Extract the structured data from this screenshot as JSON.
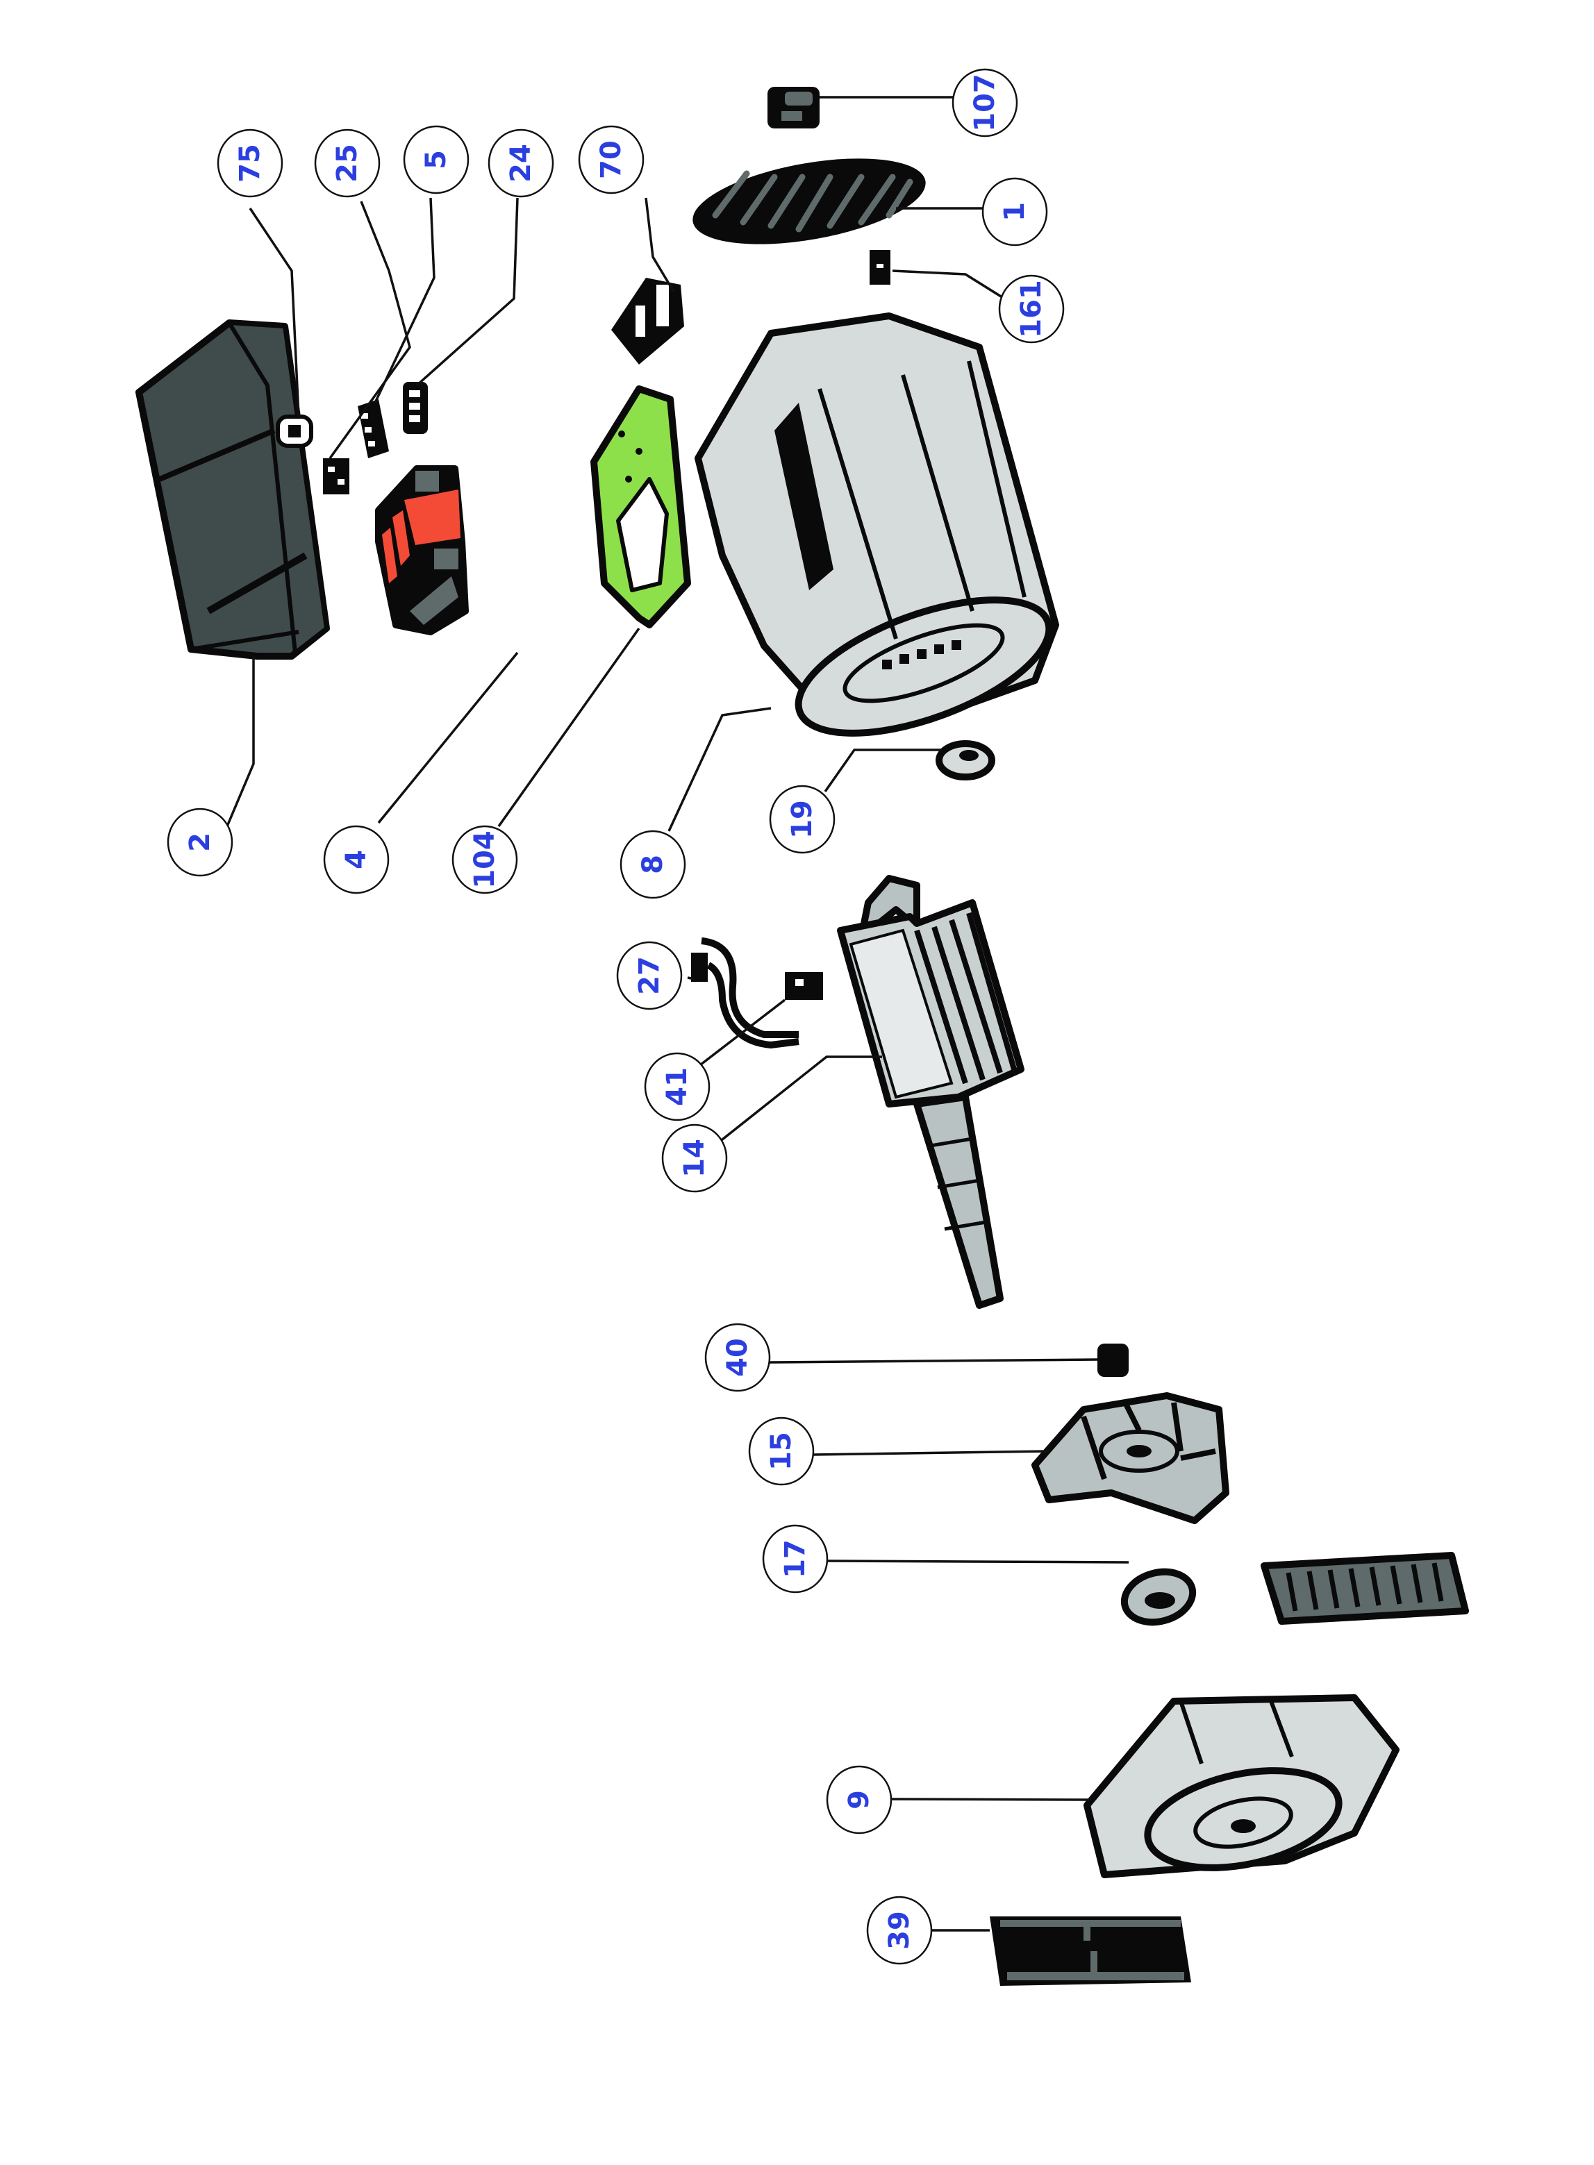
{
  "title": "Motor exploded parts diagram",
  "colors": {
    "callout_text": "#2b3fe0",
    "part_dark_gray": "#404b4b",
    "part_mid_gray": "#5f6a6a",
    "part_light_gray": "#d6dcdc",
    "part_red": "#f44b37",
    "part_green": "#8ee04a",
    "outline": "#0a0a0a",
    "background": "#ffffff"
  },
  "callouts": [
    {
      "label": "75",
      "part": "small bracket/clip"
    },
    {
      "label": "25",
      "part": "terminal connector"
    },
    {
      "label": "5",
      "part": "terminal block"
    },
    {
      "label": "24",
      "part": "connector strip"
    },
    {
      "label": "70",
      "part": "brush holder"
    },
    {
      "label": "107",
      "part": "connector plug"
    },
    {
      "label": "1",
      "part": "end cover plate"
    },
    {
      "label": "161",
      "part": "small clip"
    },
    {
      "label": "2",
      "part": "control box cover"
    },
    {
      "label": "4",
      "part": "transformer / coil assembly"
    },
    {
      "label": "104",
      "part": "circuit board"
    },
    {
      "label": "8",
      "part": "stator housing"
    },
    {
      "label": "19",
      "part": "bearing"
    },
    {
      "label": "27",
      "part": "terminal"
    },
    {
      "label": "41",
      "part": "cable harness"
    },
    {
      "label": "14",
      "part": "rotor"
    },
    {
      "label": "40",
      "part": "bearing"
    },
    {
      "label": "15",
      "part": "fan"
    },
    {
      "label": "17",
      "part": "bushing"
    },
    {
      "label": "9",
      "part": "end shield"
    },
    {
      "label": "39",
      "part": "grille"
    }
  ]
}
